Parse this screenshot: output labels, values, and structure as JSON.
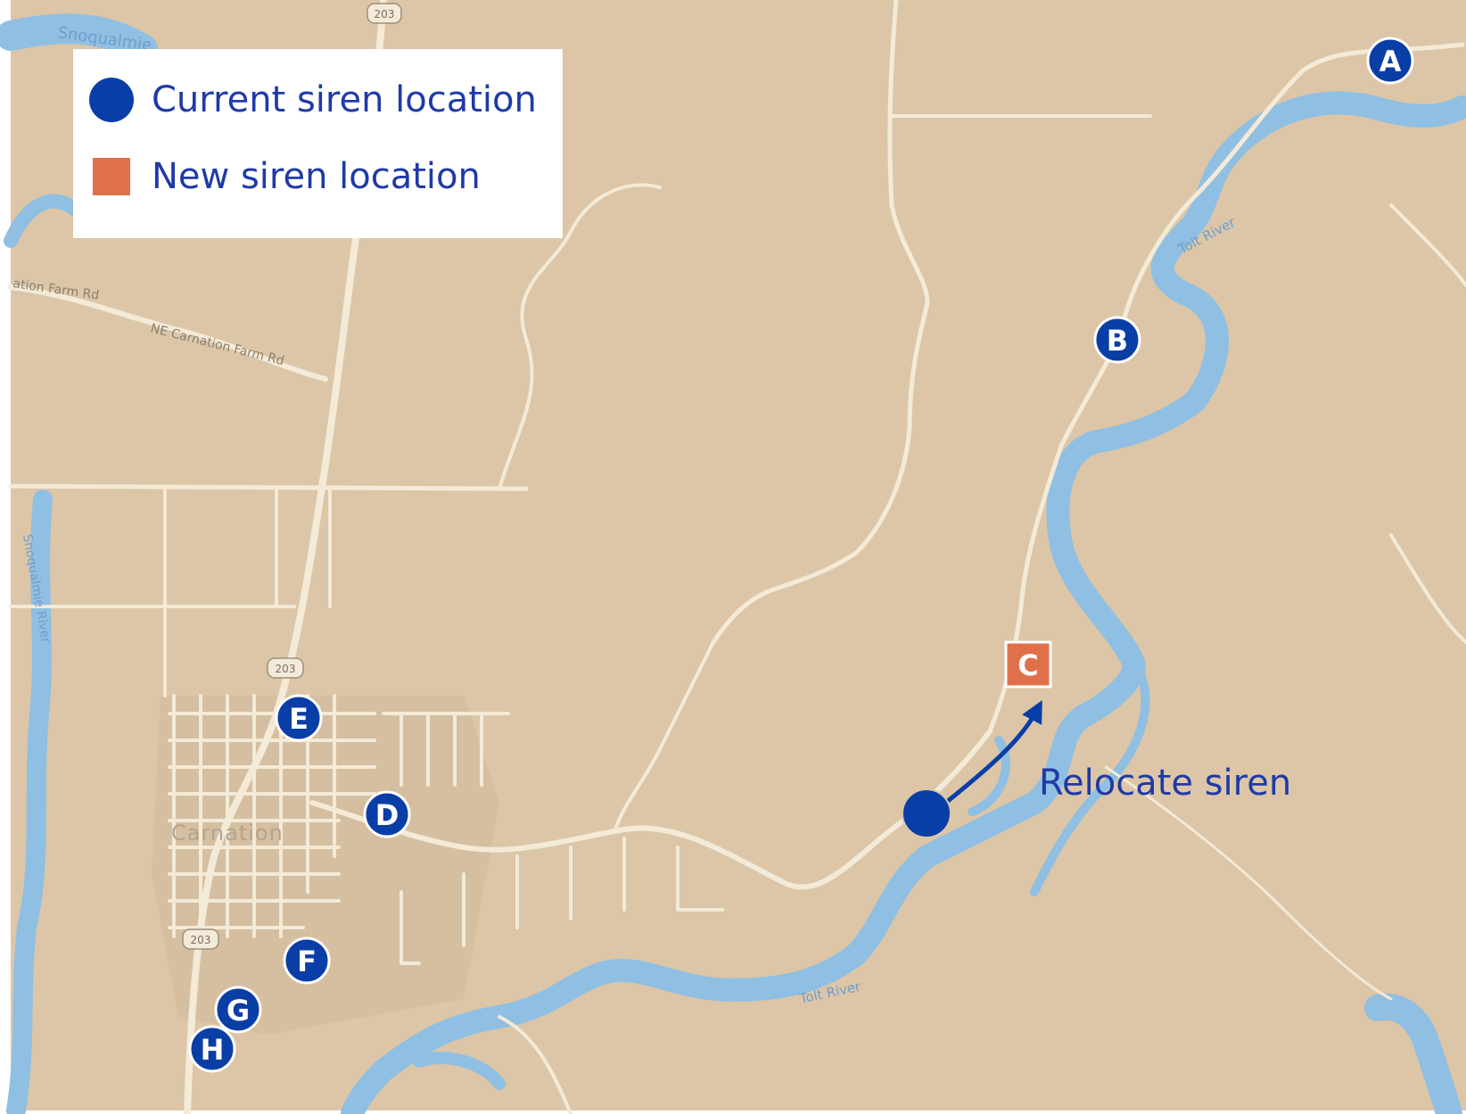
{
  "legend": {
    "current_label": "Current siren location",
    "new_label": "New siren location"
  },
  "colors": {
    "land": "#dcc6a7",
    "water": "#8fbfe2",
    "road": "#f3ead8",
    "marker_blue": "#0a3ea7",
    "marker_orange": "#e0704a",
    "text_blue": "#1f3aa6"
  },
  "map_labels": {
    "river_top": "Snoqualmie",
    "river_left": "Snoqualmie River",
    "tolt_upper": "Tolt River",
    "tolt_lower": "Tolt River",
    "farm_rd_1": "ation Farm Rd",
    "farm_rd_2": "NE Carnation Farm Rd",
    "town": "Carnation",
    "hwy": "203"
  },
  "markers": {
    "A": "A",
    "B": "B",
    "C": "C",
    "D": "D",
    "E": "E",
    "F": "F",
    "G": "G",
    "H": "H"
  },
  "annotation": "Relocate siren"
}
